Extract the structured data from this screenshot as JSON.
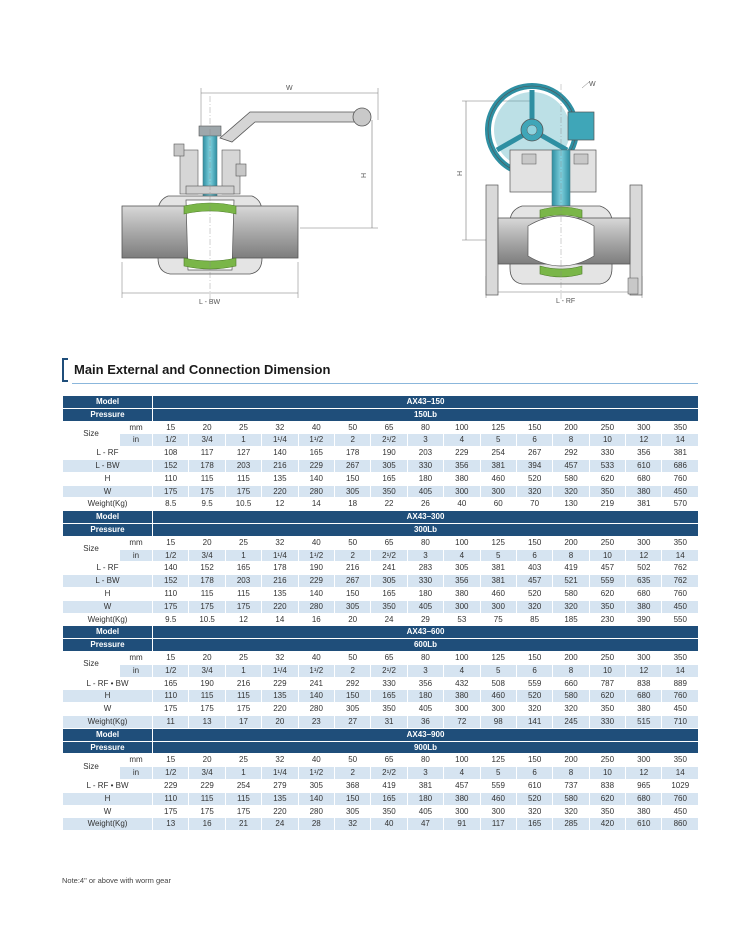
{
  "drawing_labels": {
    "left_width": "W",
    "left_height": "H",
    "left_length": "L - BW",
    "right_width": "W",
    "right_height": "H",
    "right_length": "L - RF"
  },
  "section_title": "Main External and Connection Dimension",
  "labels": {
    "model": "Model",
    "pressure": "Pressure",
    "size": "Size",
    "mm": "mm",
    "in": "in",
    "weight": "Weight(Kg)"
  },
  "sizes_mm": [
    "15",
    "20",
    "25",
    "32",
    "40",
    "50",
    "65",
    "80",
    "100",
    "125",
    "150",
    "200",
    "250",
    "300",
    "350"
  ],
  "sizes_in": [
    "1/2",
    "3/4",
    "1",
    "1¹/4",
    "1¹/2",
    "2",
    "2¹/2",
    "3",
    "4",
    "5",
    "6",
    "8",
    "10",
    "12",
    "14"
  ],
  "blocks": [
    {
      "model": "AX43–150",
      "pressure": "150Lb",
      "rows": [
        {
          "label": "L - RF",
          "values": [
            "108",
            "117",
            "127",
            "140",
            "165",
            "178",
            "190",
            "203",
            "229",
            "254",
            "267",
            "292",
            "330",
            "356",
            "381"
          ]
        },
        {
          "label": "L - BW",
          "values": [
            "152",
            "178",
            "203",
            "216",
            "229",
            "267",
            "305",
            "330",
            "356",
            "381",
            "394",
            "457",
            "533",
            "610",
            "686"
          ]
        },
        {
          "label": "H",
          "values": [
            "110",
            "115",
            "115",
            "135",
            "140",
            "150",
            "165",
            "180",
            "380",
            "460",
            "520",
            "580",
            "620",
            "680",
            "760"
          ]
        },
        {
          "label": "W",
          "values": [
            "175",
            "175",
            "175",
            "220",
            "280",
            "305",
            "350",
            "405",
            "300",
            "300",
            "320",
            "320",
            "350",
            "380",
            "450"
          ]
        },
        {
          "label": "Weight(Kg)",
          "values": [
            "8.5",
            "9.5",
            "10.5",
            "12",
            "14",
            "18",
            "22",
            "26",
            "40",
            "60",
            "70",
            "130",
            "219",
            "381",
            "570"
          ]
        }
      ]
    },
    {
      "model": "AX43–300",
      "pressure": "300Lb",
      "rows": [
        {
          "label": "L - RF",
          "values": [
            "140",
            "152",
            "165",
            "178",
            "190",
            "216",
            "241",
            "283",
            "305",
            "381",
            "403",
            "419",
            "457",
            "502",
            "762"
          ]
        },
        {
          "label": "L - BW",
          "values": [
            "152",
            "178",
            "203",
            "216",
            "229",
            "267",
            "305",
            "330",
            "356",
            "381",
            "457",
            "521",
            "559",
            "635",
            "762"
          ]
        },
        {
          "label": "H",
          "values": [
            "110",
            "115",
            "115",
            "135",
            "140",
            "150",
            "165",
            "180",
            "380",
            "460",
            "520",
            "580",
            "620",
            "680",
            "760"
          ]
        },
        {
          "label": "W",
          "values": [
            "175",
            "175",
            "175",
            "220",
            "280",
            "305",
            "350",
            "405",
            "300",
            "300",
            "320",
            "320",
            "350",
            "380",
            "450"
          ]
        },
        {
          "label": "Weight(Kg)",
          "values": [
            "9.5",
            "10.5",
            "12",
            "14",
            "16",
            "20",
            "24",
            "29",
            "53",
            "75",
            "85",
            "185",
            "230",
            "390",
            "550"
          ]
        }
      ]
    },
    {
      "model": "AX43–600",
      "pressure": "600Lb",
      "rows": [
        {
          "label": "L - RF • BW",
          "values": [
            "165",
            "190",
            "216",
            "229",
            "241",
            "292",
            "330",
            "356",
            "432",
            "508",
            "559",
            "660",
            "787",
            "838",
            "889"
          ]
        },
        {
          "label": "H",
          "values": [
            "110",
            "115",
            "115",
            "135",
            "140",
            "150",
            "165",
            "180",
            "380",
            "460",
            "520",
            "580",
            "620",
            "680",
            "760"
          ]
        },
        {
          "label": "W",
          "values": [
            "175",
            "175",
            "175",
            "220",
            "280",
            "305",
            "350",
            "405",
            "300",
            "300",
            "320",
            "320",
            "350",
            "380",
            "450"
          ]
        },
        {
          "label": "Weight(Kg)",
          "values": [
            "11",
            "13",
            "17",
            "20",
            "23",
            "27",
            "31",
            "36",
            "72",
            "98",
            "141",
            "245",
            "330",
            "515",
            "710"
          ]
        }
      ]
    },
    {
      "model": "AX43–900",
      "pressure": "900Lb",
      "rows": [
        {
          "label": "L - RF • BW",
          "values": [
            "229",
            "229",
            "254",
            "279",
            "305",
            "368",
            "419",
            "381",
            "457",
            "559",
            "610",
            "737",
            "838",
            "965",
            "1029"
          ]
        },
        {
          "label": "H",
          "values": [
            "110",
            "115",
            "115",
            "135",
            "140",
            "150",
            "165",
            "180",
            "380",
            "460",
            "520",
            "580",
            "620",
            "680",
            "760"
          ]
        },
        {
          "label": "W",
          "values": [
            "175",
            "175",
            "175",
            "220",
            "280",
            "305",
            "350",
            "405",
            "300",
            "300",
            "320",
            "320",
            "350",
            "380",
            "450"
          ]
        },
        {
          "label": "Weight(Kg)",
          "values": [
            "13",
            "16",
            "21",
            "24",
            "28",
            "32",
            "40",
            "47",
            "91",
            "117",
            "165",
            "285",
            "420",
            "610",
            "860"
          ]
        }
      ]
    }
  ],
  "note": "Note:4\" or above with worm gear",
  "colors": {
    "header_blue": "#1f4e7a",
    "row_band": "#d6e4f1",
    "valve_teal": "#3fa6b8",
    "valve_gray": "#b5b5b5",
    "seat_green": "#7ab648"
  }
}
